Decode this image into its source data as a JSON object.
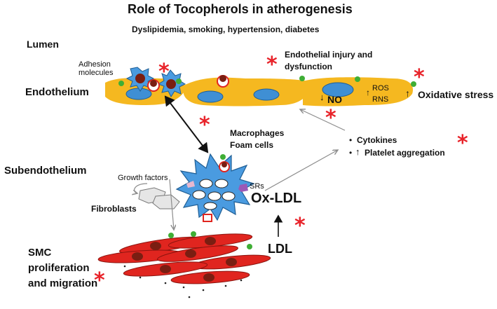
{
  "title": "Role of Tocopherols in atherogenesis",
  "subtitle": "Dyslipidemia, smoking, hypertension, diabetes",
  "regions": {
    "lumen": "Lumen",
    "endothelium": "Endothelium",
    "subendothelium": "Subendothelium"
  },
  "labels": {
    "adhesion_molecules": "Adhesion molecules",
    "endothelial_injury": "Endothelial injury and dysfunction",
    "no": "NO",
    "ros": "ROS",
    "rns": "RNS",
    "oxidative_stress": "Oxidative stress",
    "macrophages": "Macrophages Foam cells",
    "growth_factors": "Growth factors",
    "srs": "SRs",
    "fibroblasts": "Fibroblasts",
    "ox_ldl": "Ox-LDL",
    "ldl": "LDL",
    "cytokines": "Cytokines",
    "platelet_aggregation": "Platelet aggregation",
    "smc": "SMC proliferation and migration"
  },
  "symbols": {
    "asterisk": "*",
    "up_arrow": "↑",
    "down_arrow": "↓",
    "bullet": "•"
  },
  "colors": {
    "endothelium": "#f5b820",
    "nucleus": "#3f8fd4",
    "macrophage": "#4a9be0",
    "smc": "#e0251f",
    "smc_nucleus": "#7a1e12",
    "particle": "#3fae35",
    "asterisk": "#e8232a"
  }
}
